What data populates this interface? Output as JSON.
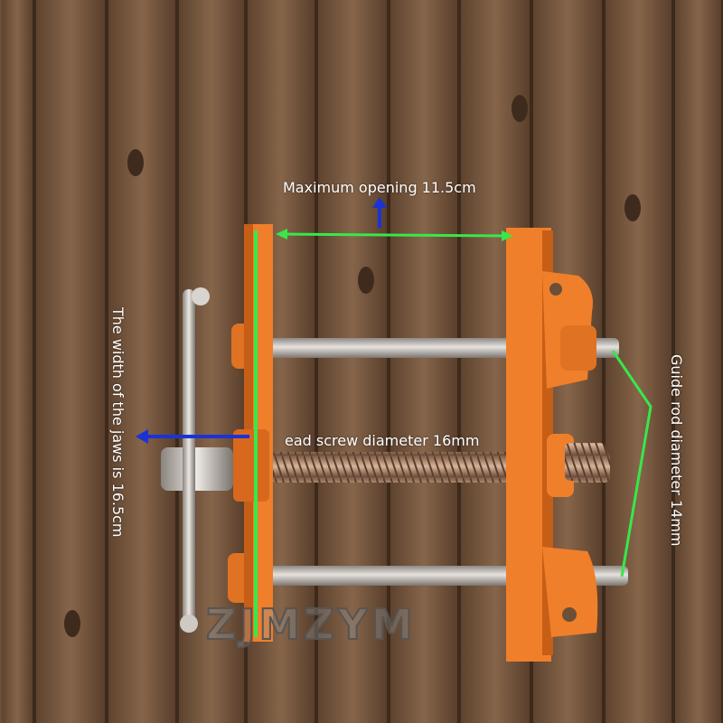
{
  "annotations": {
    "max_opening": "Maximum opening 11.5cm",
    "lead_screw": "ead screw diameter 16mm",
    "jaw_width": "The width of the jaws is 16.5cm",
    "guide_rod": "Guide rod diameter 14mm"
  },
  "watermark": "ZJMZYM",
  "colors": {
    "wood": "#7a5a3f",
    "wood_dark": "#4d3626",
    "vise_orange": "#ef7f2a",
    "vise_orange_dark": "#c65e17",
    "steel": "#b9b3ac",
    "measure_green": "#37e84a",
    "arrow_blue": "#1a33d6"
  },
  "icons": {
    "opening_arrow": "blue-up-arrow-icon",
    "jaw_arrow": "blue-left-arrow-icon"
  }
}
